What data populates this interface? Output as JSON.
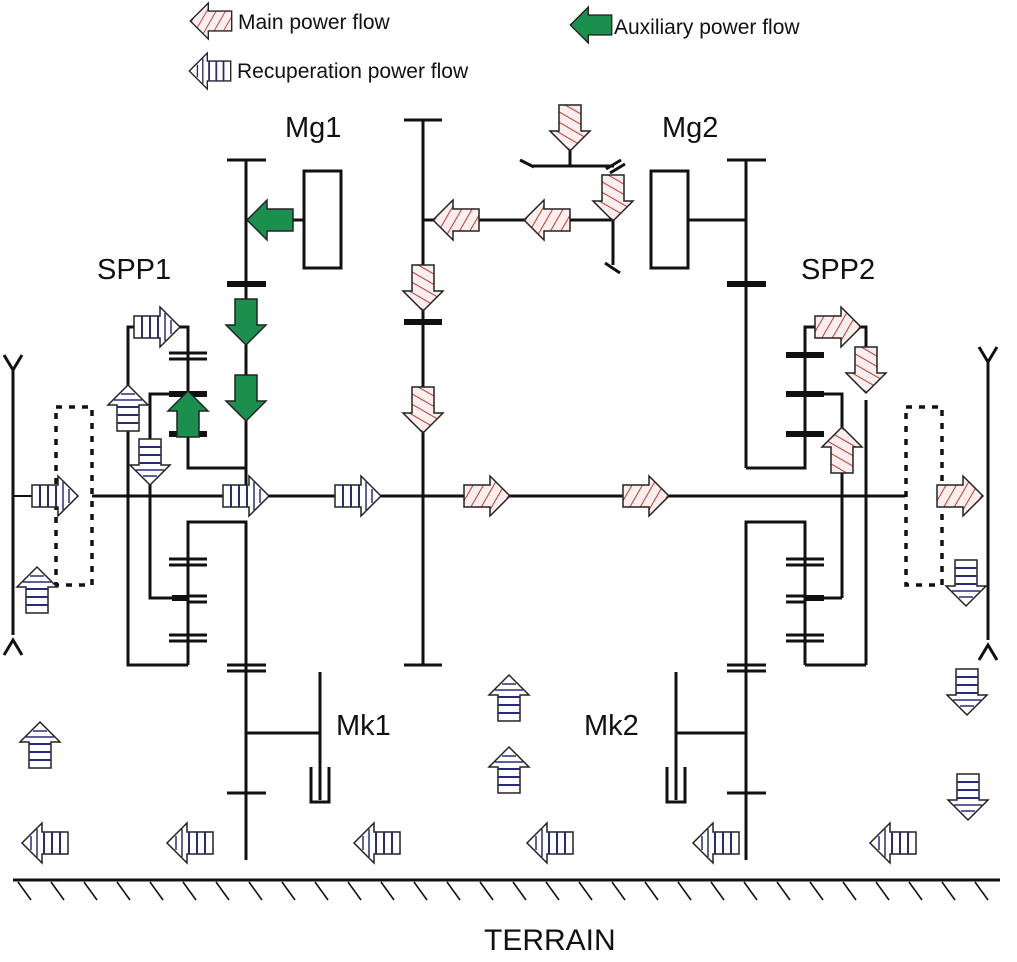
{
  "legend": {
    "main": "Main power flow",
    "auxiliary": "Auxiliary power flow",
    "recuperation": "Recuperation power flow"
  },
  "labels": {
    "mg1": "Mg1",
    "mg2": "Mg2",
    "spp1": "SPP1",
    "spp2": "SPP2",
    "mk1": "Mk1",
    "mk2": "Mk2",
    "terrain": "TERRAIN"
  },
  "colors": {
    "main_hatch": "#c0392b",
    "auxiliary": "#1a8f4e",
    "recuperation_stripe": "#2a2a7a",
    "line": "#111111"
  },
  "arrows": [
    {
      "type": "main",
      "dir": "down",
      "name": "main-flow-input"
    },
    {
      "type": "main",
      "dir": "down",
      "name": "main-flow-bevel"
    },
    {
      "type": "main",
      "dir": "left",
      "name": "main-flow-shaft-1"
    },
    {
      "type": "main",
      "dir": "left",
      "name": "main-flow-shaft-2"
    },
    {
      "type": "main",
      "dir": "down",
      "name": "main-flow-center-1"
    },
    {
      "type": "main",
      "dir": "down",
      "name": "main-flow-center-2"
    },
    {
      "type": "main",
      "dir": "right",
      "name": "main-flow-axle-1"
    },
    {
      "type": "main",
      "dir": "right",
      "name": "main-flow-axle-2"
    },
    {
      "type": "main",
      "dir": "right",
      "name": "main-flow-spp2-top"
    },
    {
      "type": "main",
      "dir": "down",
      "name": "main-flow-spp2-ring"
    },
    {
      "type": "main",
      "dir": "up",
      "name": "main-flow-spp2-carrier"
    },
    {
      "type": "main",
      "dir": "right",
      "name": "main-flow-right-wheel"
    },
    {
      "type": "auxiliary",
      "dir": "left",
      "name": "aux-flow-mg1"
    },
    {
      "type": "auxiliary",
      "dir": "down",
      "name": "aux-flow-1"
    },
    {
      "type": "auxiliary",
      "dir": "down",
      "name": "aux-flow-2"
    },
    {
      "type": "auxiliary",
      "dir": "up",
      "name": "aux-flow-spp1"
    },
    {
      "type": "recuperation",
      "dir": "right",
      "name": "recup-flow-spp1-top"
    },
    {
      "type": "recuperation",
      "dir": "up",
      "name": "recup-flow-spp1-outer"
    },
    {
      "type": "recuperation",
      "dir": "down",
      "name": "recup-flow-spp1-inner"
    },
    {
      "type": "recuperation",
      "dir": "right",
      "name": "recup-flow-axle-1"
    },
    {
      "type": "recuperation",
      "dir": "right",
      "name": "recup-flow-axle-2"
    },
    {
      "type": "recuperation",
      "dir": "right",
      "name": "recup-flow-left-wheel"
    },
    {
      "type": "recuperation",
      "dir": "up",
      "name": "recup-flow-left-track"
    },
    {
      "type": "recuperation",
      "dir": "up",
      "name": "recup-flow-left-ground"
    },
    {
      "type": "recuperation",
      "dir": "up",
      "name": "recup-flow-center-1"
    },
    {
      "type": "recuperation",
      "dir": "up",
      "name": "recup-flow-center-2"
    },
    {
      "type": "recuperation",
      "dir": "down",
      "name": "recup-flow-right-track"
    },
    {
      "type": "recuperation",
      "dir": "down",
      "name": "recup-flow-right-1"
    },
    {
      "type": "recuperation",
      "dir": "down",
      "name": "recup-flow-right-2"
    },
    {
      "type": "recuperation",
      "dir": "left",
      "name": "recup-flow-ground-1"
    },
    {
      "type": "recuperation",
      "dir": "left",
      "name": "recup-flow-ground-2"
    },
    {
      "type": "recuperation",
      "dir": "left",
      "name": "recup-flow-ground-3"
    },
    {
      "type": "recuperation",
      "dir": "left",
      "name": "recup-flow-ground-4"
    },
    {
      "type": "recuperation",
      "dir": "left",
      "name": "recup-flow-ground-5"
    },
    {
      "type": "recuperation",
      "dir": "left",
      "name": "recup-flow-ground-6"
    }
  ]
}
